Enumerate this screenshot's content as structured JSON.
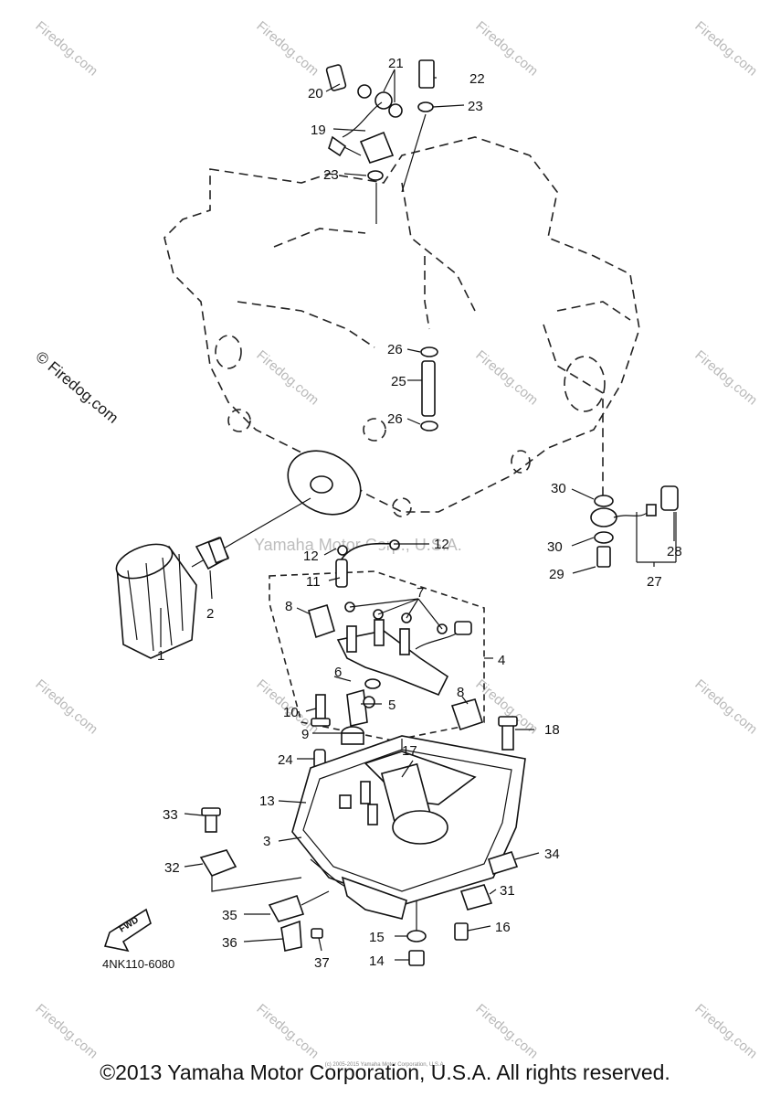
{
  "diagram_code": "4NK110-6080",
  "fwd_label": "FWD",
  "watermark_small": "Firedog.com",
  "watermark_side": "© Firedog.com",
  "watermark_center": "Yamaha Motor Corp., U.S.A.",
  "copyright": "©2013 Yamaha Motor Corporation, U.S.A. All rights reserved.",
  "copyright_tiny": "(c) 2005-2015 Yamaha Motor Corporation, U.S.A.",
  "callouts": [
    "1",
    "2",
    "3",
    "4",
    "5",
    "6",
    "7",
    "8",
    "8",
    "9",
    "10",
    "11",
    "12",
    "12",
    "13",
    "14",
    "15",
    "16",
    "17",
    "18",
    "19",
    "20",
    "21",
    "22",
    "23",
    "23",
    "24",
    "25",
    "26",
    "26",
    "27",
    "28",
    "29",
    "30",
    "30",
    "31",
    "32",
    "33",
    "34",
    "35",
    "36",
    "37"
  ]
}
